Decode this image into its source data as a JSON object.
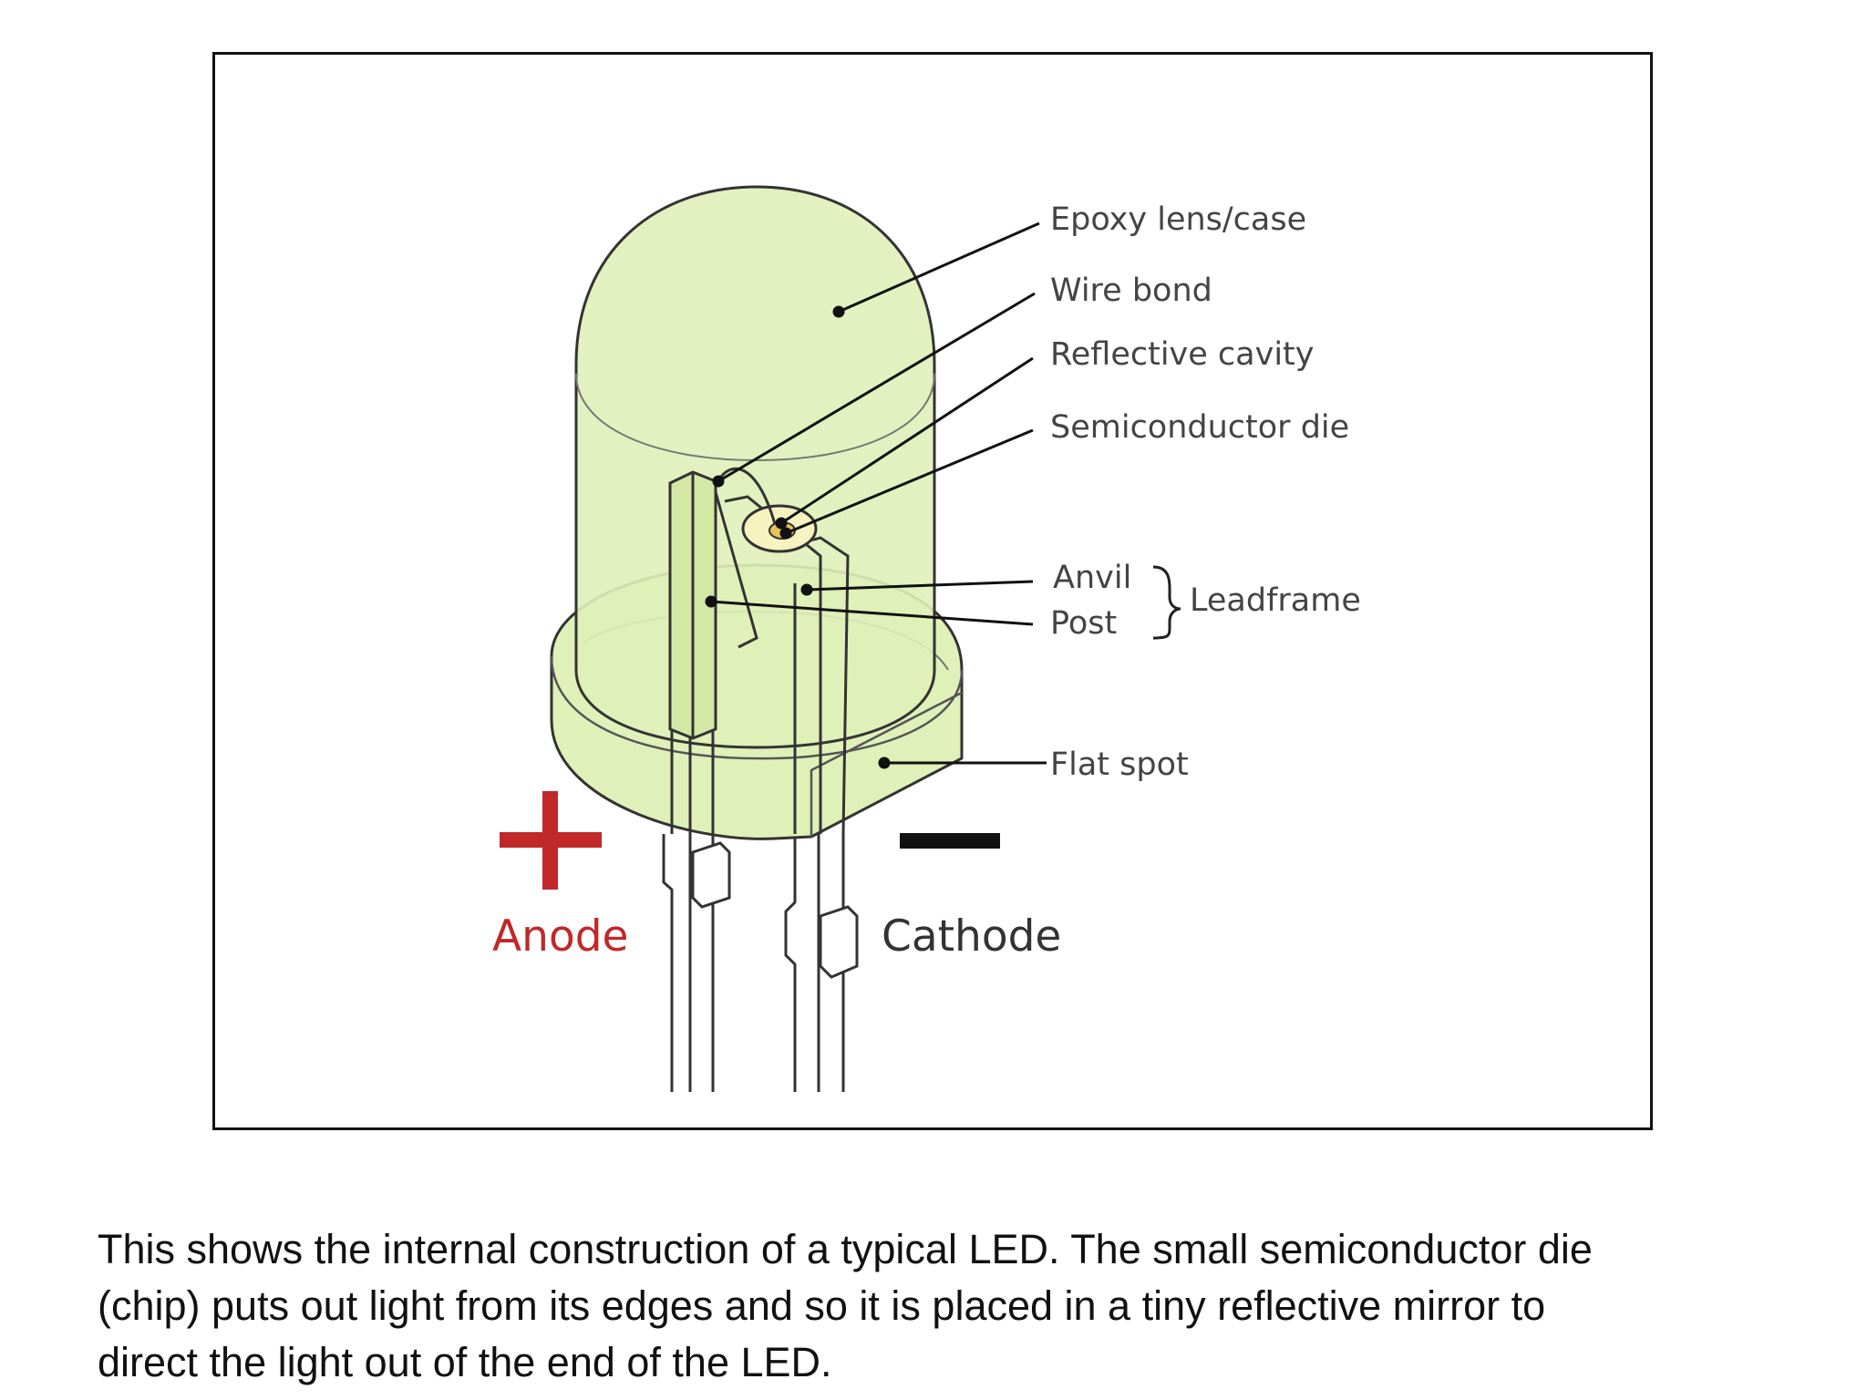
{
  "labels": {
    "epoxy": "Epoxy lens/case",
    "wire_bond": "Wire bond",
    "reflective_cavity": "Reflective cavity",
    "semiconductor_die": "Semiconductor die",
    "anvil": "Anvil",
    "post": "Post",
    "leadframe": "Leadframe",
    "flat_spot": "Flat spot",
    "anode": "Anode",
    "cathode": "Cathode",
    "plus_sign": "+",
    "minus_sign": "−"
  },
  "colors": {
    "lens": "#dff0b8",
    "outline": "#333333",
    "anode": "#c0282a",
    "cathode": "#111111",
    "text": "#444444"
  },
  "caption": {
    "lines": [
      "This shows the internal construction of a typical LED. The small semiconductor die",
      "(chip) puts out light from its edges and so it is placed in a tiny reflective mirror to",
      "direct the light out of the end of the LED."
    ]
  }
}
